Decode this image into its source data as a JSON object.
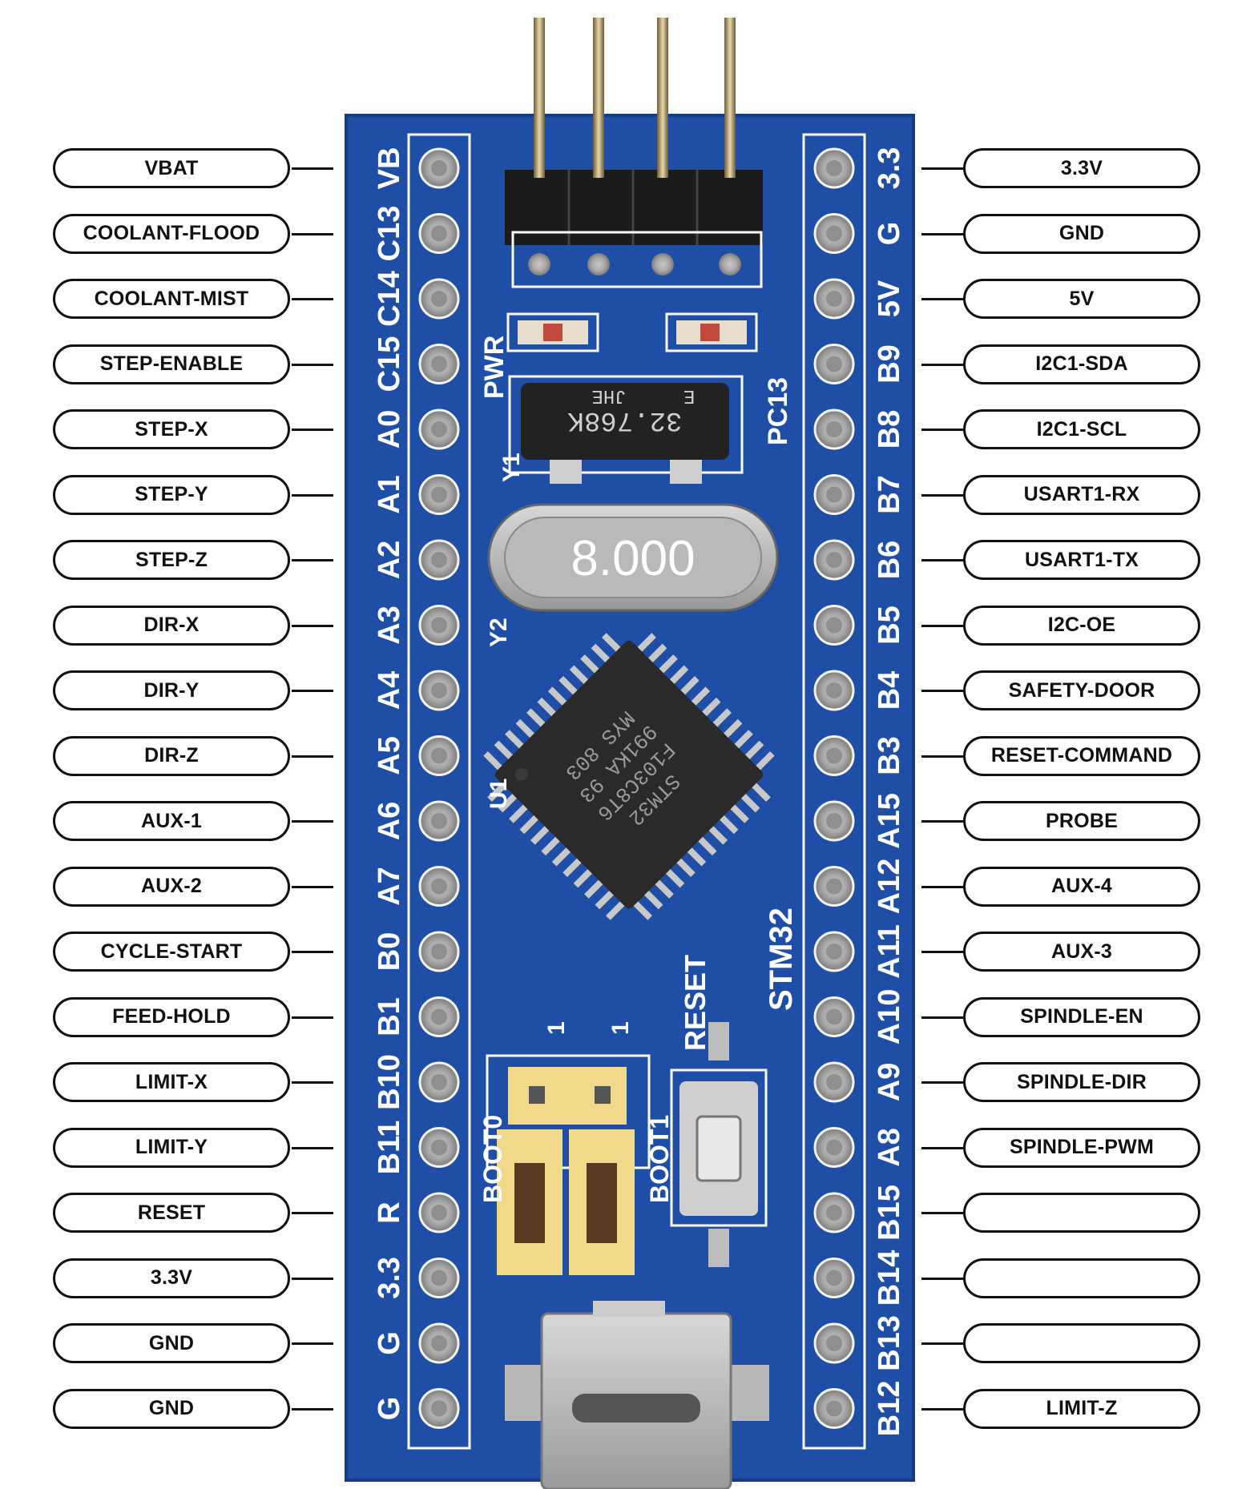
{
  "board": {
    "pcb_color": "#1f4fa8",
    "silk_color": "#ffffff",
    "left_header_labels": [
      "VB",
      "C13",
      "C14",
      "C15",
      "A0",
      "A1",
      "A2",
      "A3",
      "A4",
      "A5",
      "A6",
      "A7",
      "B0",
      "B1",
      "B10",
      "B11",
      "R",
      "3.3",
      "G",
      "G"
    ],
    "right_header_labels": [
      "3.3",
      "G",
      "5V",
      "B9",
      "B8",
      "B7",
      "B6",
      "B5",
      "B4",
      "B3",
      "A15",
      "A12",
      "A11",
      "A10",
      "A9",
      "A8",
      "B15",
      "B14",
      "B13",
      "B12"
    ],
    "silk": {
      "pwr": "PWR",
      "pc13": "PC13",
      "y1": "Y1",
      "y2": "Y2",
      "u1": "U1",
      "crystal_small": "32.768K",
      "crystal_small_sub": "JHE",
      "crystal_small_e": "E",
      "crystal_big": "8.000",
      "mcu_lines": [
        "STM32",
        "F103C8T6",
        "991KA 93",
        "MYS 803"
      ],
      "stm32": "STM32",
      "reset": "RESET",
      "boot0": "BOOT0",
      "boot1": "BOOT1",
      "jumper_mark_1": "1",
      "jumper_mark_2": "1"
    }
  },
  "pins_left": [
    {
      "label": "VBAT"
    },
    {
      "label": "COOLANT-FLOOD"
    },
    {
      "label": "COOLANT-MIST"
    },
    {
      "label": "STEP-ENABLE"
    },
    {
      "label": "STEP-X"
    },
    {
      "label": "STEP-Y"
    },
    {
      "label": "STEP-Z"
    },
    {
      "label": "DIR-X"
    },
    {
      "label": "DIR-Y"
    },
    {
      "label": "DIR-Z"
    },
    {
      "label": "AUX-1"
    },
    {
      "label": "AUX-2"
    },
    {
      "label": "CYCLE-START"
    },
    {
      "label": "FEED-HOLD"
    },
    {
      "label": "LIMIT-X"
    },
    {
      "label": "LIMIT-Y"
    },
    {
      "label": "RESET"
    },
    {
      "label": "3.3V"
    },
    {
      "label": "GND"
    },
    {
      "label": "GND"
    }
  ],
  "pins_right": [
    {
      "label": "3.3V"
    },
    {
      "label": "GND"
    },
    {
      "label": "5V"
    },
    {
      "label": "I2C1-SDA"
    },
    {
      "label": "I2C1-SCL"
    },
    {
      "label": "USART1-RX"
    },
    {
      "label": "USART1-TX"
    },
    {
      "label": "I2C-OE"
    },
    {
      "label": "SAFETY-DOOR"
    },
    {
      "label": "RESET-COMMAND"
    },
    {
      "label": "PROBE"
    },
    {
      "label": "AUX-4"
    },
    {
      "label": "AUX-3"
    },
    {
      "label": "SPINDLE-EN"
    },
    {
      "label": "SPINDLE-DIR"
    },
    {
      "label": "SPINDLE-PWM"
    },
    {
      "label": ""
    },
    {
      "label": ""
    },
    {
      "label": ""
    },
    {
      "label": "LIMIT-Z"
    }
  ]
}
